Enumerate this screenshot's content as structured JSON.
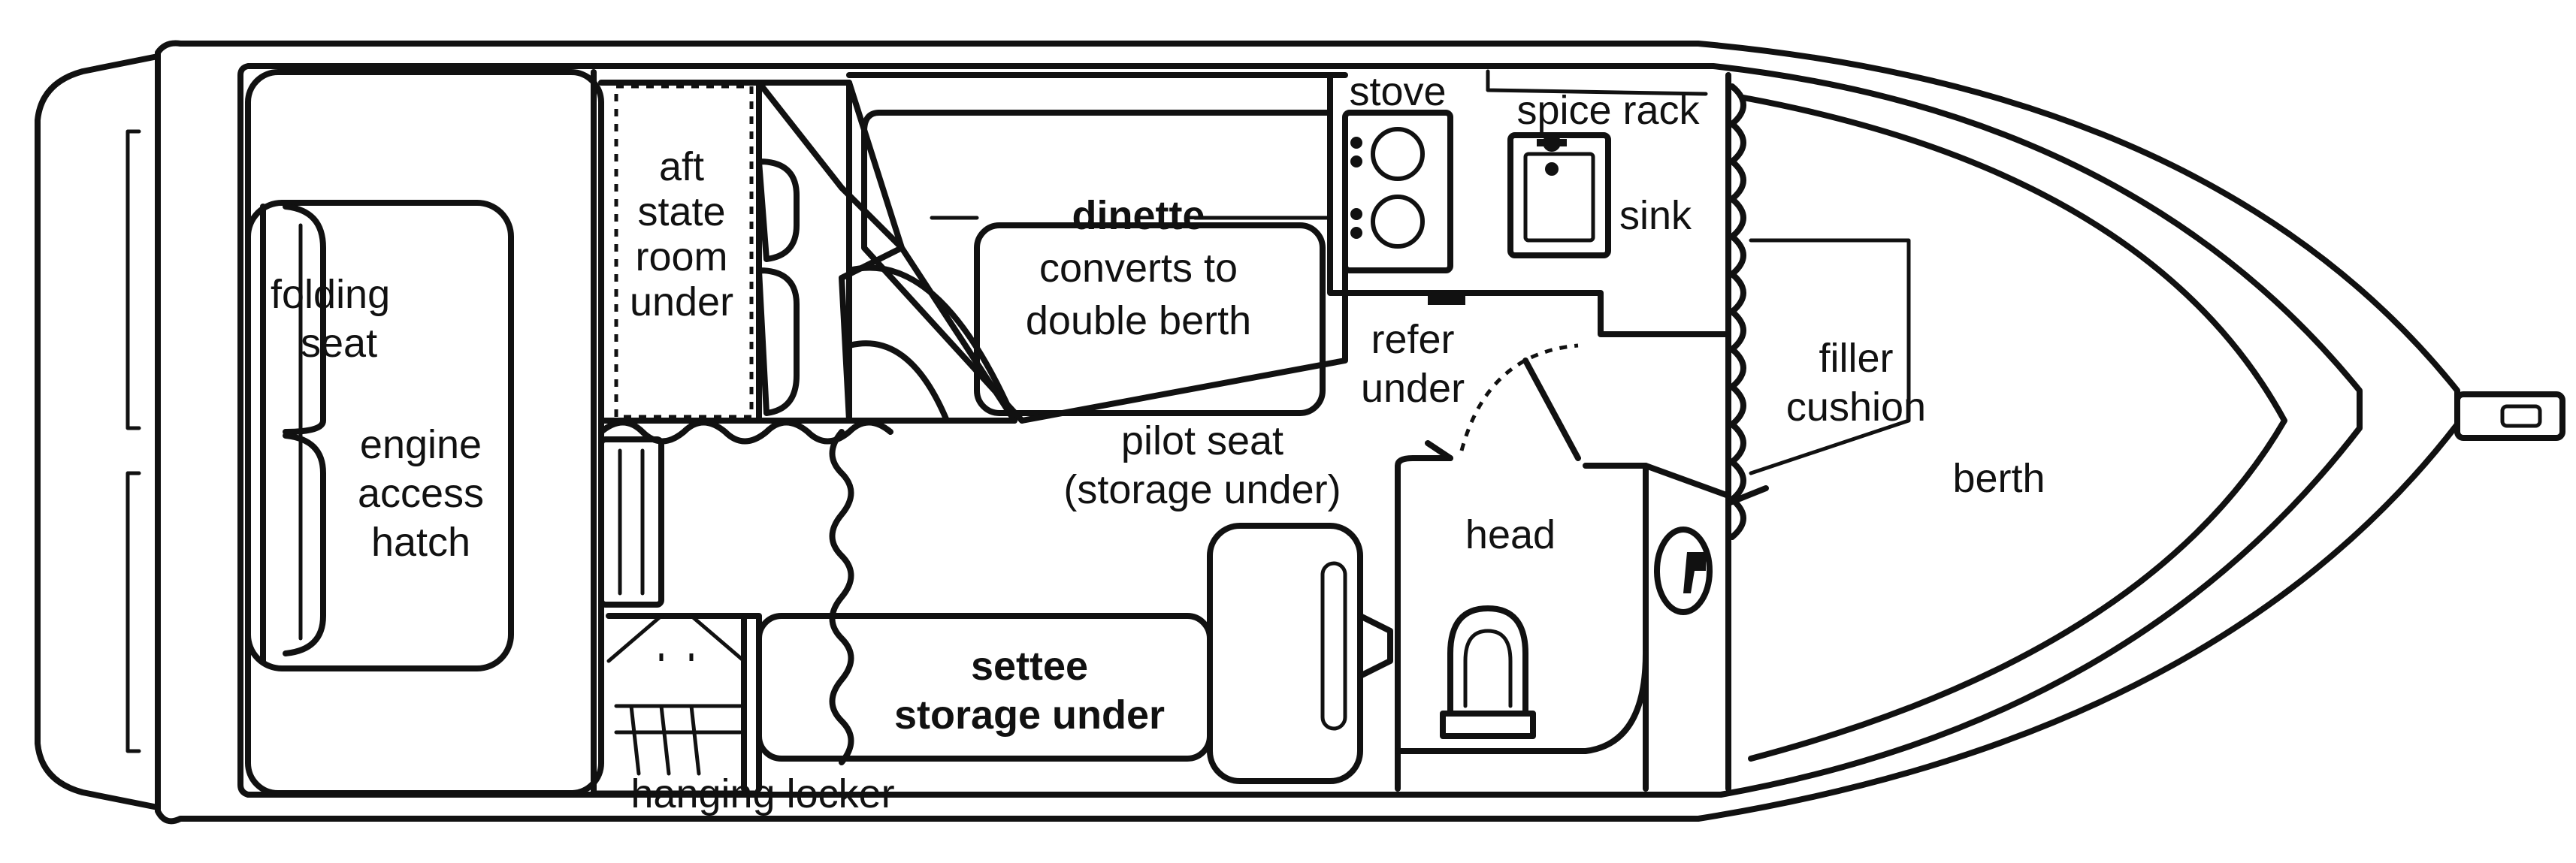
{
  "labels": {
    "aft_state_room": [
      "aft",
      "state",
      "room",
      "under"
    ],
    "folding_seat": [
      "folding",
      "seat"
    ],
    "engine_hatch": [
      "engine",
      "access",
      "hatch"
    ],
    "dinette": [
      "dinette",
      "converts to",
      "double berth"
    ],
    "stove": "stove",
    "spice_rack": "spice rack",
    "sink": "sink",
    "refer": [
      "refer",
      "under"
    ],
    "filler_cushion": [
      "filler",
      "cushion"
    ],
    "berth": "berth",
    "pilot_seat": [
      "pilot seat",
      "(storage under)"
    ],
    "head": "head",
    "settee": [
      "settee",
      "storage under"
    ],
    "hanging_locker": "hanging locker"
  },
  "colors": {
    "line": "#111111",
    "background": "#ffffff"
  }
}
